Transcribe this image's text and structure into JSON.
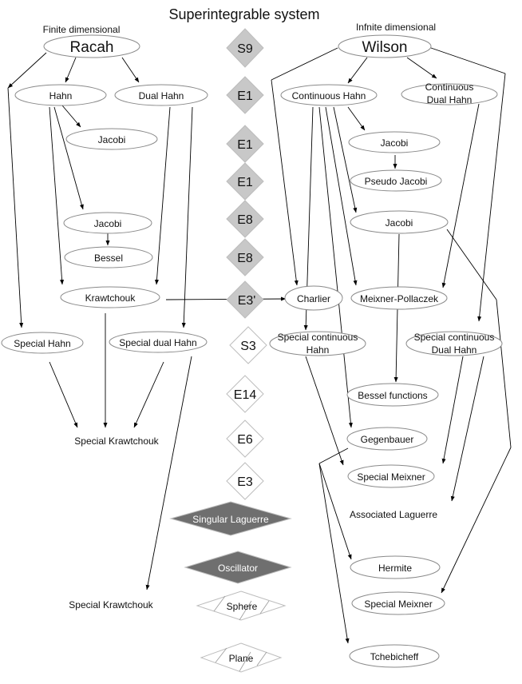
{
  "title": "Superintegrable system",
  "left_header": "Finite dimensional",
  "right_header": "Infnite dimensional",
  "nodes": {
    "racah": "Racah",
    "hahn": "Hahn",
    "dual_hahn_left": "Dual Hahn",
    "jacobi_left_1": "Jacobi",
    "jacobi_left_2": "Jacobi",
    "bessel": "Bessel",
    "krawtchouk": "Krawtchouk",
    "special_hahn": "Special Hahn",
    "special_dual_hahn": "Special dual Hahn",
    "special_krawtchouk_1": "Special Krawtchouk",
    "special_krawtchouk_2": "Special Krawtchouk",
    "wilson": "Wilson",
    "continuous_hahn": "Continuous Hahn",
    "continuous_dual_hahn_1": "Continuous",
    "continuous_dual_hahn_2": "Dual Hahn",
    "jacobi_right_1": "Jacobi",
    "pseudo_jacobi": "Pseudo Jacobi",
    "jacobi_right_2": "Jacobi",
    "charlier": "Charlier",
    "meixner_pollaczek": "Meixner-Pollaczek",
    "special_continuous_hahn_1": "Special continuous",
    "special_continuous_hahn_2": "Hahn",
    "special_continuous_dual_hahn_1": "Special continuous",
    "special_continuous_dual_hahn_2": "Dual Hahn",
    "bessel_functions": "Bessel functions",
    "gegenbauer": "Gegenbauer",
    "special_meixner_1": "Special Meixner",
    "associated_laguerre": "Associated Laguerre",
    "hermite": "Hermite",
    "special_meixner_2": "Special Meixner",
    "tchebicheff": "Tchebicheff"
  },
  "systems": {
    "s9": "S9",
    "e1_a": "E1",
    "e1_b": "E1",
    "e1_c": "E1",
    "e8_a": "E8",
    "e8_b": "E8",
    "e3p": "E3'",
    "s3": "S3",
    "e14": "E14",
    "e6": "E6",
    "e3": "E3",
    "singular_laguerre": "Singular Laguerre",
    "oscillator": "Oscillator",
    "sphere": "Sphere",
    "plane": "Plane"
  },
  "colors": {
    "diamond_gray": "#c8c8c8",
    "diamond_dark": "#6f6f6f",
    "diamond_white": "#ffffff",
    "edge": "#000000"
  }
}
